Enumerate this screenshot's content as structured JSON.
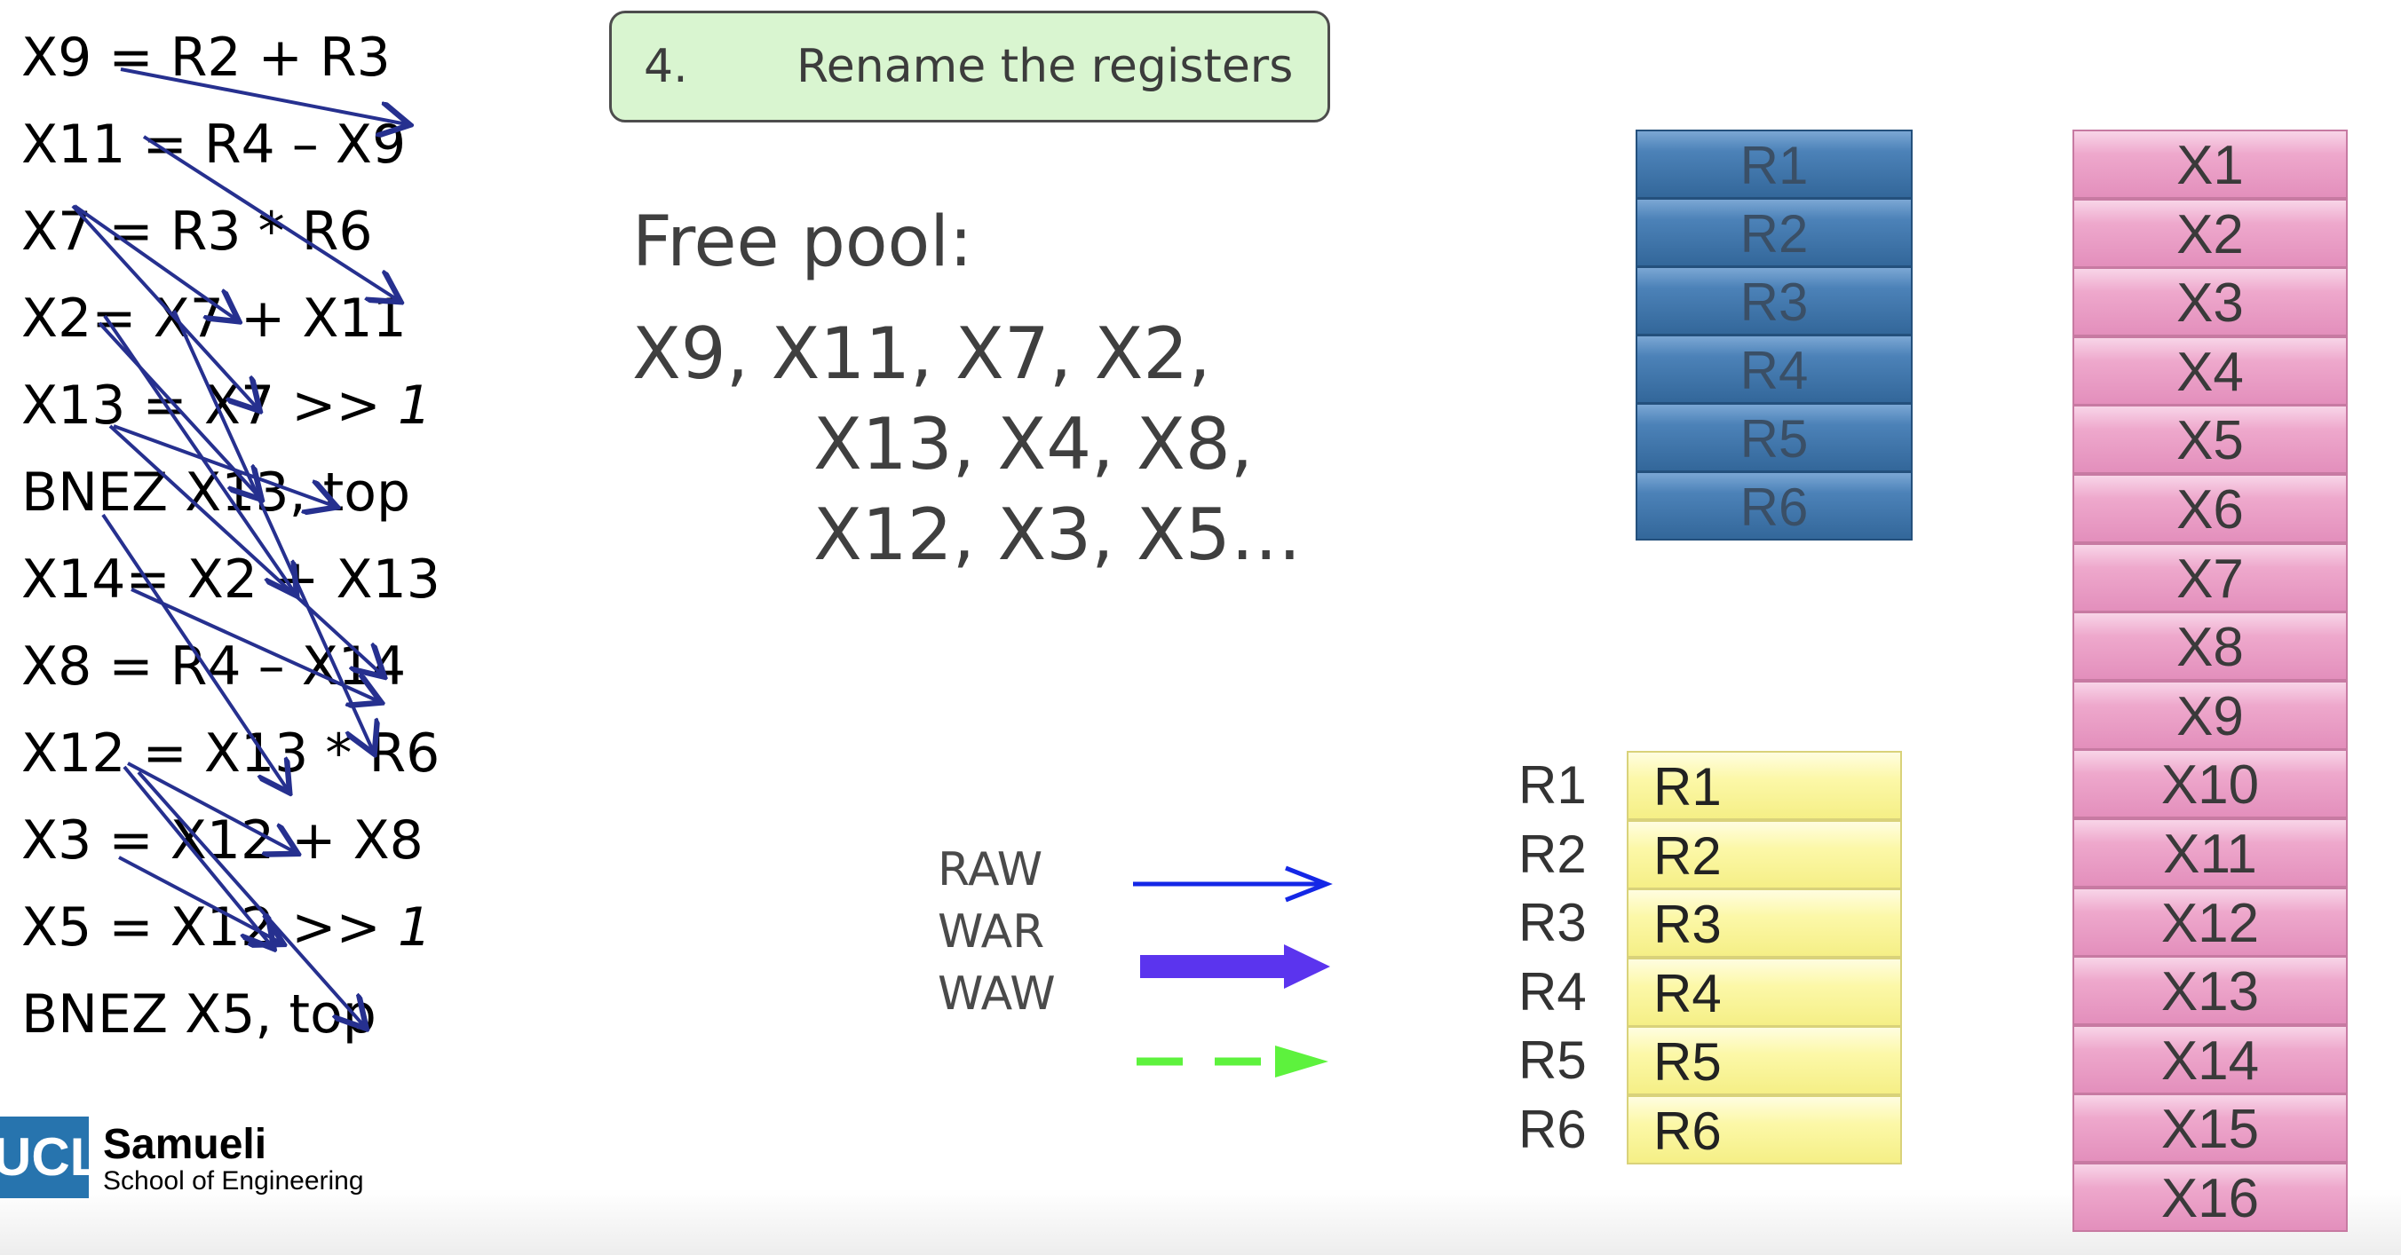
{
  "code": [
    {
      "text": "X9 = R2 + R3",
      "suffix": ""
    },
    {
      "text": "X11 = R4 – X9",
      "suffix": ""
    },
    {
      "text": "X7 = R3 * R6",
      "suffix": ""
    },
    {
      "text": "X2= X7 + X11",
      "suffix": ""
    },
    {
      "text": "X13 = X7 >> ",
      "suffix": "1"
    },
    {
      "text": "BNEZ X13, top",
      "suffix": ""
    },
    {
      "text": "X14= X2 + X13",
      "suffix": ""
    },
    {
      "text": "X8 = R4 – X14",
      "suffix": ""
    },
    {
      "text": "X12 = X13 * R6",
      "suffix": ""
    },
    {
      "text": "X3 = X12 + X8",
      "suffix": ""
    },
    {
      "text": "X5 = X12 >> ",
      "suffix": "1"
    },
    {
      "text": "BNEZ X5, top",
      "suffix": ""
    }
  ],
  "step": {
    "number": "4.",
    "text": "Rename the registers"
  },
  "free_pool": {
    "title": "Free pool:",
    "lines": [
      "X9, X11, X7, X2,",
      "X13, X4, X8,",
      "X12, X3, X5…"
    ]
  },
  "arch_registers": [
    "R1",
    "R2",
    "R3",
    "R4",
    "R5",
    "R6"
  ],
  "physical_registers": [
    "X1",
    "X2",
    "X3",
    "X4",
    "X5",
    "X6",
    "X7",
    "X8",
    "X9",
    "X10",
    "X11",
    "X12",
    "X13",
    "X14",
    "X15",
    "X16"
  ],
  "rename_table": {
    "rows": [
      {
        "label": "R1",
        "value": "R1"
      },
      {
        "label": "R2",
        "value": "R2"
      },
      {
        "label": "R3",
        "value": "R3"
      },
      {
        "label": "R4",
        "value": "R4"
      },
      {
        "label": "R5",
        "value": "R5"
      },
      {
        "label": "R6",
        "value": "R6"
      }
    ]
  },
  "legend": [
    {
      "label": "RAW",
      "style": "thin",
      "color": "#1427e6"
    },
    {
      "label": "WAR",
      "style": "thick",
      "color": "#5b34ee"
    },
    {
      "label": "WAW",
      "style": "dashed",
      "color": "#5df23d"
    }
  ],
  "dependency_arrow_color": "#26308f",
  "logo": {
    "block_text": "UCLA",
    "name": "Samueli",
    "subtitle": "School of Engineering"
  }
}
